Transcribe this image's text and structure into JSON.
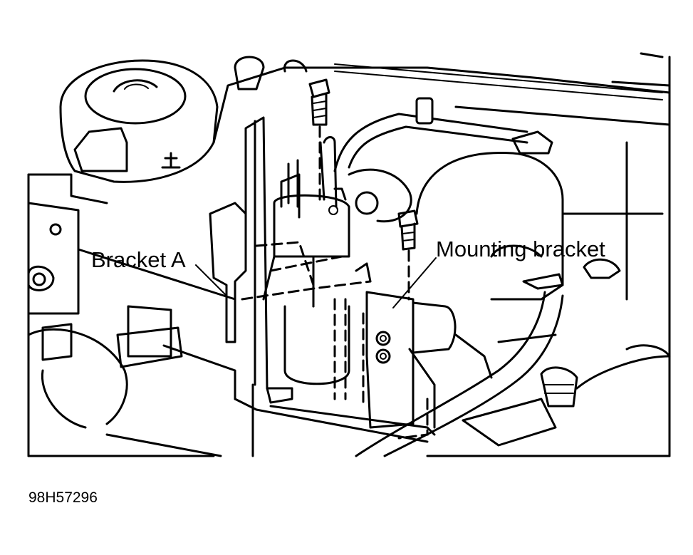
{
  "callouts": {
    "bracket_a": "Bracket A",
    "mounting_bracket": "Mounting bracket"
  },
  "figure_code": "98H57296"
}
